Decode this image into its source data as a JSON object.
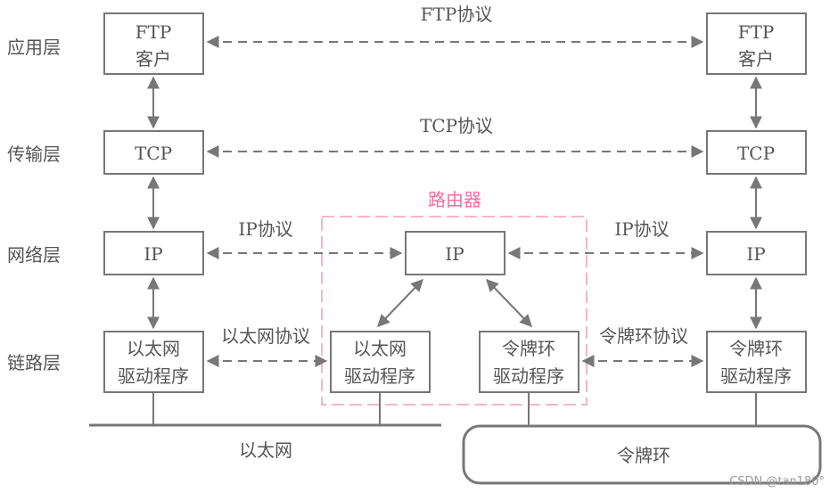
{
  "layers": {
    "application": "应用层",
    "transport": "传输层",
    "network": "网络层",
    "link": "链路层"
  },
  "boxes": {
    "ftp_client_left": [
      "FTP",
      "客户"
    ],
    "ftp_client_right": [
      "FTP",
      "客户"
    ],
    "tcp_left": "TCP",
    "tcp_right": "TCP",
    "ip_left": "IP",
    "ip_router": "IP",
    "ip_right": "IP",
    "eth_driver_left": [
      "以太网",
      "驱动程序"
    ],
    "eth_driver_router": [
      "以太网",
      "驱动程序"
    ],
    "token_driver_router": [
      "令牌环",
      "驱动程序"
    ],
    "token_driver_right": [
      "令牌环",
      "驱动程序"
    ]
  },
  "protocols": {
    "ftp": "FTP协议",
    "tcp": "TCP协议",
    "ip_left": "IP协议",
    "ip_right": "IP协议",
    "ethernet": "以太网协议",
    "token_ring": "令牌环协议"
  },
  "router_label": "路由器",
  "networks": {
    "ethernet": "以太网",
    "token_ring": "令牌环"
  },
  "watermark": "CSDN @tan180°",
  "colors": {
    "stroke": "#777777",
    "text": "#555555",
    "router": "#f06ea0",
    "router_box": "#f4b6cd"
  }
}
